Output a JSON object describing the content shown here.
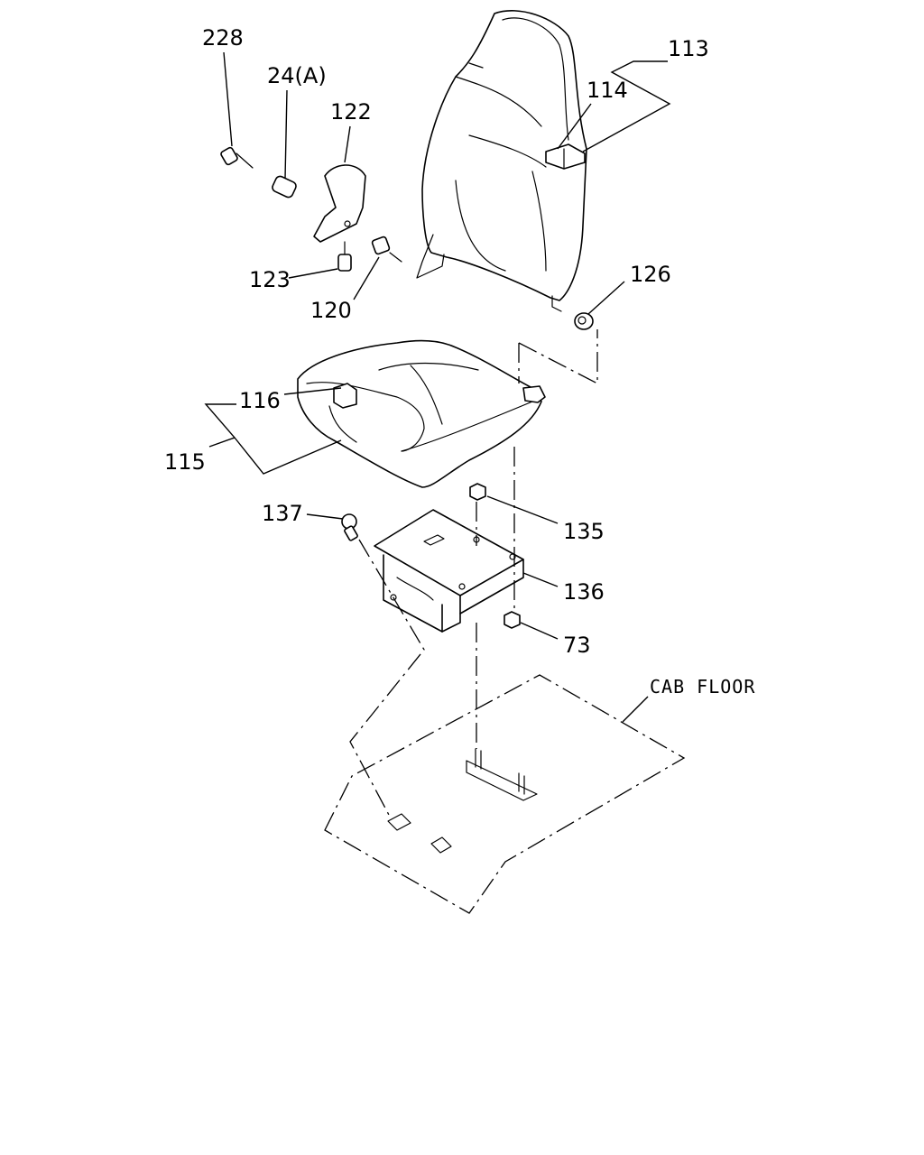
{
  "labels": {
    "p228": "228",
    "p24a": "24(A)",
    "p122": "122",
    "p113": "113",
    "p114": "114",
    "p123": "123",
    "p120": "120",
    "p126": "126",
    "p116": "116",
    "p115": "115",
    "p137": "137",
    "p135": "135",
    "p136": "136",
    "p73": "73",
    "cab_floor": "CAB FLOOR"
  }
}
